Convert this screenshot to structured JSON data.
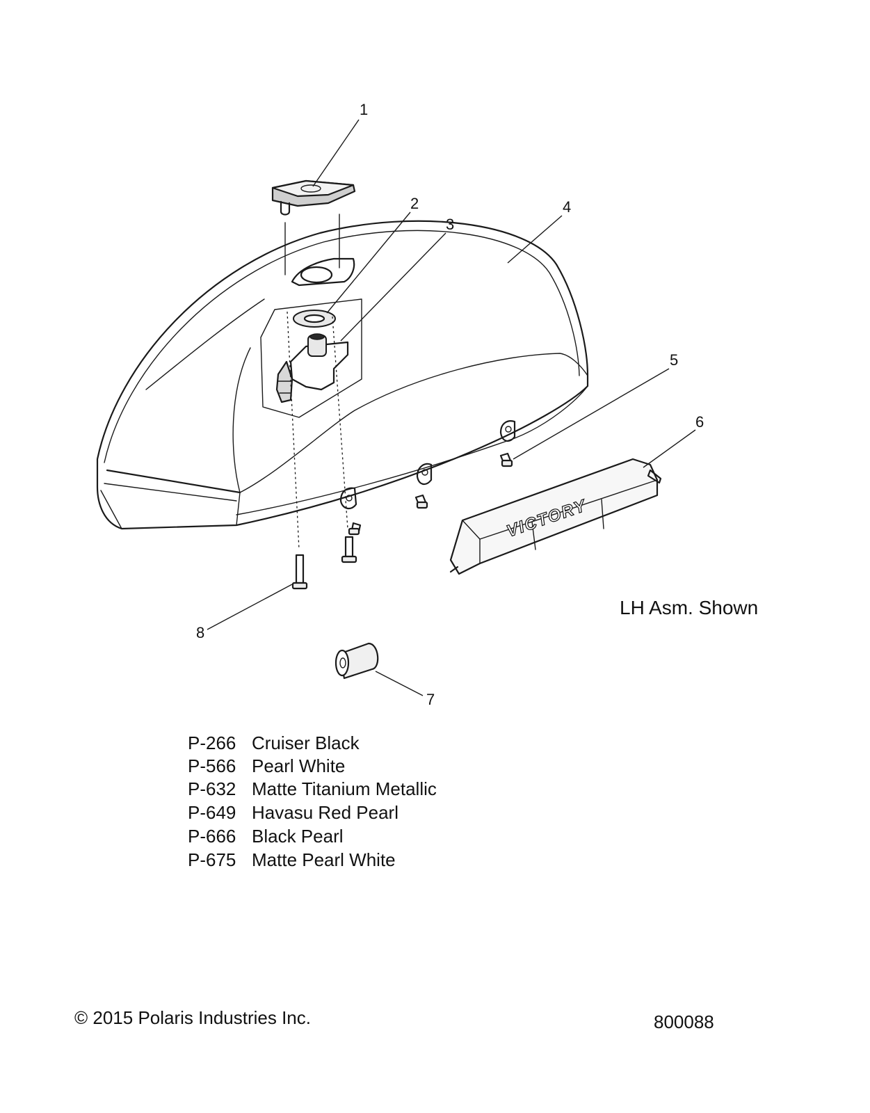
{
  "callouts": [
    {
      "num": "1"
    },
    {
      "num": "2"
    },
    {
      "num": "3"
    },
    {
      "num": "4"
    },
    {
      "num": "5"
    },
    {
      "num": "6"
    },
    {
      "num": "7"
    },
    {
      "num": "8"
    }
  ],
  "note": "LH Asm. Shown",
  "badge_text": "VICTORY",
  "paint_codes": [
    {
      "code": "P-266",
      "name": "Cruiser Black"
    },
    {
      "code": "P-566",
      "name": "Pearl White"
    },
    {
      "code": "P-632",
      "name": "Matte Titanium Metallic"
    },
    {
      "code": "P-649",
      "name": "Havasu Red Pearl"
    },
    {
      "code": "P-666",
      "name": "Black Pearl"
    },
    {
      "code": "P-675",
      "name": "Matte Pearl White"
    }
  ],
  "footer": {
    "copyright": "© 2015 Polaris Industries Inc.",
    "diagram_number": "800088"
  }
}
